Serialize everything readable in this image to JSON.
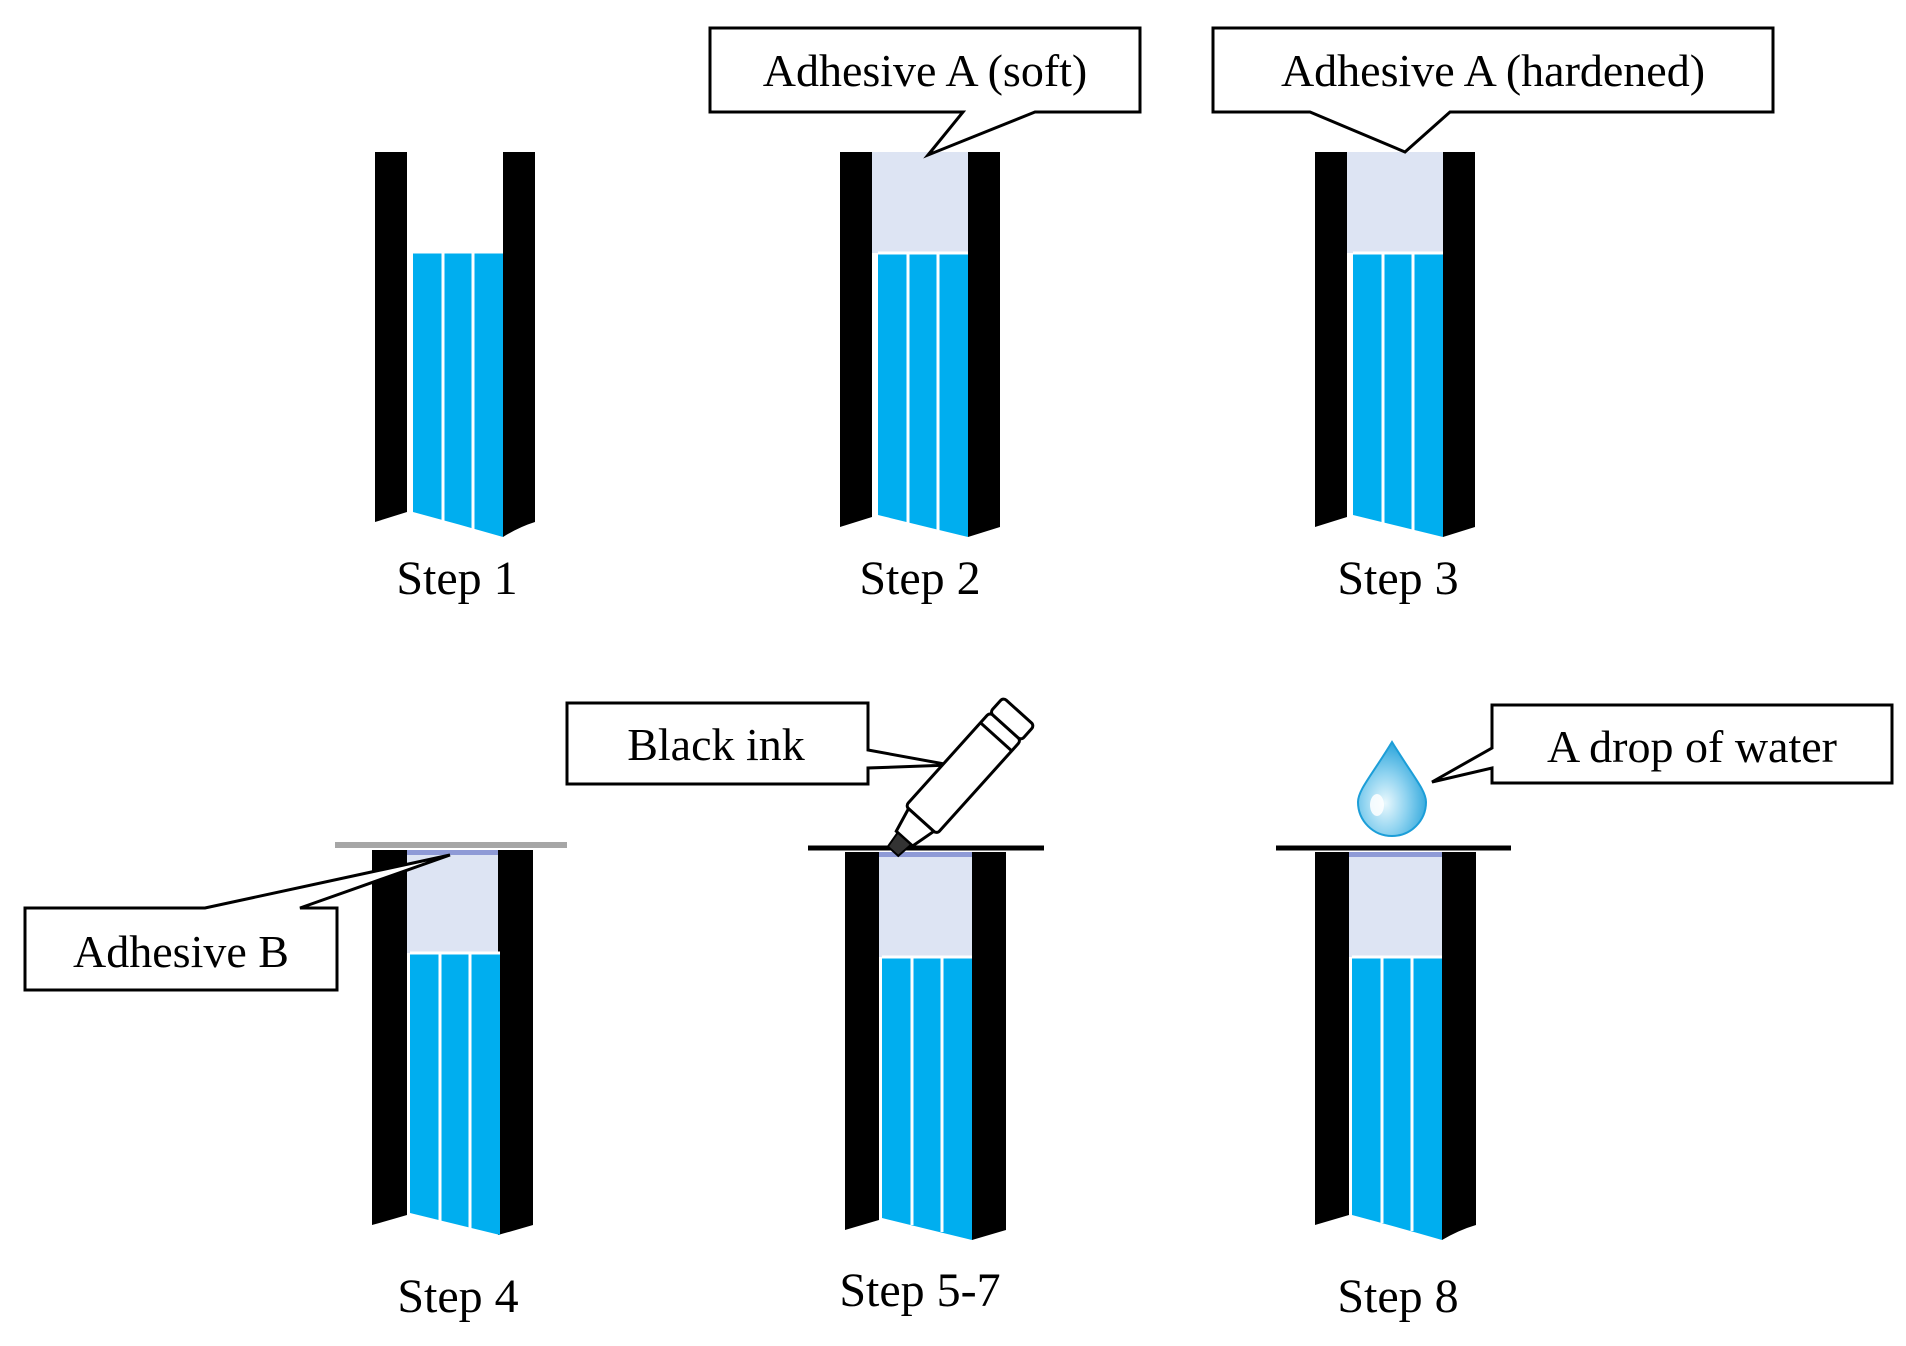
{
  "colors": {
    "wall": "#000000",
    "fibers": "#00aeef",
    "adhesive_a": "#dde4f3",
    "adhesive_b_thin": "#8e9ad6",
    "cover_line_gray": "#a6a6a6",
    "cover_line_black": "#000000",
    "water_light": "#d6f1fb",
    "water_dark": "#1c9ed8"
  },
  "steps": [
    {
      "label": "Step 1"
    },
    {
      "label": "Step 2"
    },
    {
      "label": "Step 3"
    },
    {
      "label": "Step 4"
    },
    {
      "label": "Step 5-7"
    },
    {
      "label": "Step 8"
    }
  ],
  "callouts": {
    "adhesive_a_soft": "Adhesive A (soft)",
    "adhesive_a_hardened": "Adhesive A (hardened)",
    "adhesive_b": "Adhesive B",
    "black_ink": "Black ink",
    "drop_of_water": "A drop of water"
  },
  "icons": {
    "marker": "marker-pen-icon",
    "water": "water-drop-icon"
  }
}
